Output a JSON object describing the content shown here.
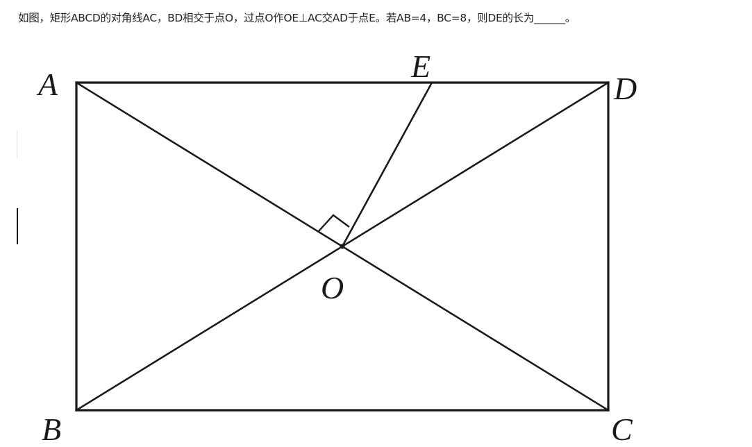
{
  "question": {
    "text": "如图，矩形ABCD的对角线AC，BD相交于点O，过点O作OE⊥AC交AD于点E。若AB=4，BC=8，则DE的长为______。"
  },
  "figure": {
    "labels": {
      "A": "A",
      "B": "B",
      "C": "C",
      "D": "D",
      "E": "E",
      "O": "O"
    },
    "stroke_color": "#1a1a1a"
  }
}
